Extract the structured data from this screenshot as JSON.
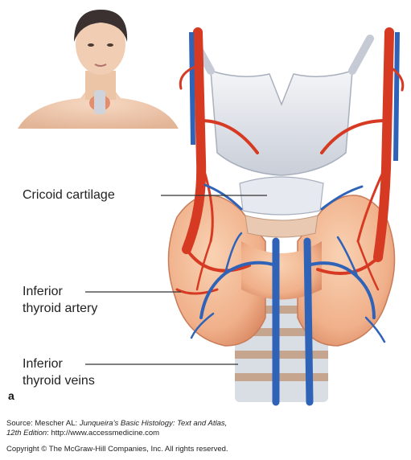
{
  "labels": {
    "cricoid": "Cricoid cartilage",
    "artery_line1": "Inferior",
    "artery_line2": "thyroid artery",
    "veins_line1": "Inferior",
    "veins_line2": "thyroid veins"
  },
  "panel_letter": "a",
  "source": {
    "prefix": "Source: Mescher AL: ",
    "book_title": "Junqueira’s Basic Histology: Text and Atlas,",
    "edition": "12th Edition",
    "url_text": ": http://www.accessmedicine.com",
    "copyright": "Copyright © The McGraw-Hill Companies, Inc. All rights reserved."
  },
  "colors": {
    "artery": "#d63a22",
    "vein": "#2f63b8",
    "thyroid": "#f2b994",
    "cartilage": "#dfe3ea"
  }
}
